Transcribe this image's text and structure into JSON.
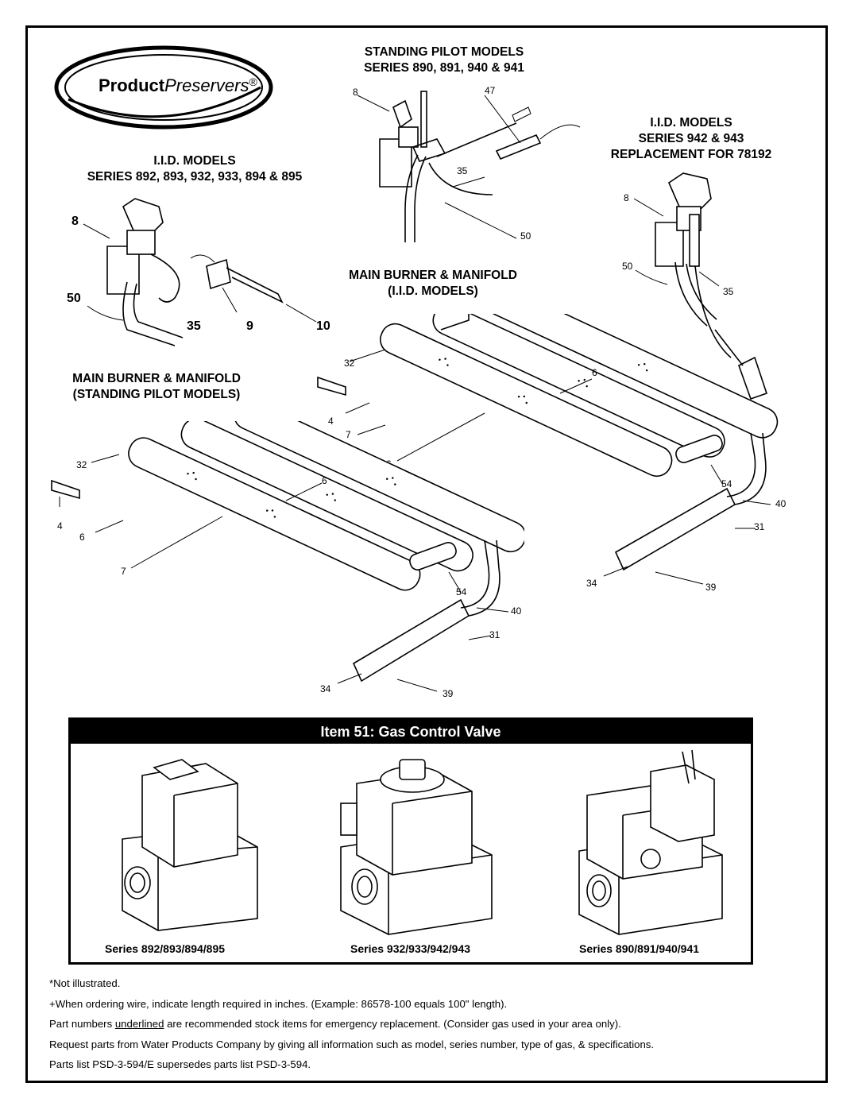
{
  "logo": {
    "text_bold": "Product",
    "text_italic": "Preservers",
    "mark": "®"
  },
  "headings": {
    "standing_pilot": [
      "STANDING PILOT MODELS",
      "SERIES 890, 891, 940 & 941"
    ],
    "iid_left": [
      "I.I.D. MODELS",
      "SERIES 892, 893, 932, 933, 894 & 895"
    ],
    "iid_right": [
      "I.I.D. MODELS",
      "SERIES 942 & 943",
      "REPLACEMENT FOR 78192"
    ],
    "burner_iid": [
      "MAIN BURNER & MANIFOLD",
      "(I.I.D. MODELS)"
    ],
    "burner_sp": [
      "MAIN BURNER & MANIFOLD",
      "(STANDING PILOT MODELS)"
    ]
  },
  "callouts": {
    "sp_pilot": [
      "8",
      "47",
      "35",
      "50"
    ],
    "iid_left_pilot": [
      "8",
      "50",
      "35",
      "9",
      "10"
    ],
    "iid_right_pilot": [
      "8",
      "50",
      "35"
    ],
    "burner_iid": [
      "32",
      "6",
      "4",
      "7",
      "6",
      "54",
      "40",
      "31",
      "34",
      "39"
    ],
    "burner_sp": [
      "32",
      "6",
      "4",
      "6",
      "7",
      "54",
      "40",
      "31",
      "34",
      "39"
    ]
  },
  "valve_section": {
    "title": "Item 51: Gas Control Valve",
    "series": [
      "Series 892/893/894/895",
      "Series 932/933/942/943",
      "Series 890/891/940/941"
    ]
  },
  "notes": {
    "not_illustrated": "*Not illustrated.",
    "wire": "+When ordering wire, indicate length required in inches.  (Example: 86578-100 equals 100\" length).",
    "underlined_pre": "Part numbers ",
    "underlined_word": "underlined",
    "underlined_post": " are recommended stock items for emergency replacement.  (Consider gas used in your area only).",
    "request": "Request parts from Water Products Company by giving all information such as model, series number, type of gas, & specifications.",
    "supersedes": "Parts list PSD-3-594/E supersedes parts list PSD-3-594."
  }
}
